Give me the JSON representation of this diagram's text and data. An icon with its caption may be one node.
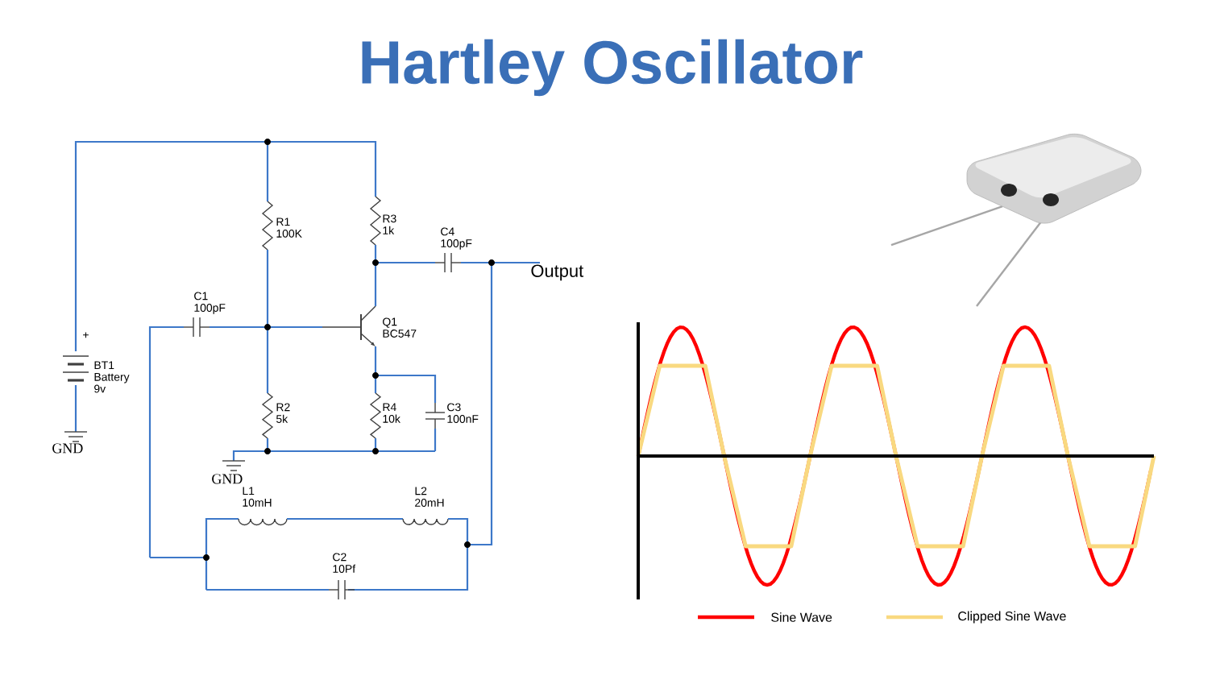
{
  "diagram": {
    "title": "Hartley Oscillator",
    "labels": [
      "R1 100K",
      "R3 1k",
      "C4 100pF",
      "C1 100pF",
      "Output",
      "Q1 BC547",
      "+",
      "BT1 Battery 9v",
      "R2 5k",
      "R4 10k",
      "C3 100nF",
      "GND",
      "GND",
      "L1 10mH",
      "L2 20mH",
      "C2 10Pf"
    ],
    "legend": [
      {
        "text": "Sine Wave"
      },
      {
        "text": "Clipped Sine Wave"
      }
    ]
  }
}
